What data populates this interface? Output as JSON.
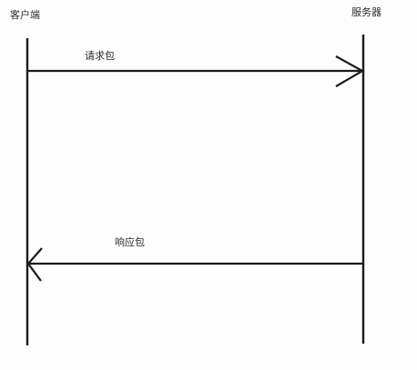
{
  "participants": {
    "client": "客户端",
    "server": "服务器"
  },
  "messages": {
    "request": "请求包",
    "response": "响应包"
  },
  "colors": {
    "line": "#1a1a1a",
    "text": "#2b2b2b",
    "background": "#fdfdfd"
  }
}
